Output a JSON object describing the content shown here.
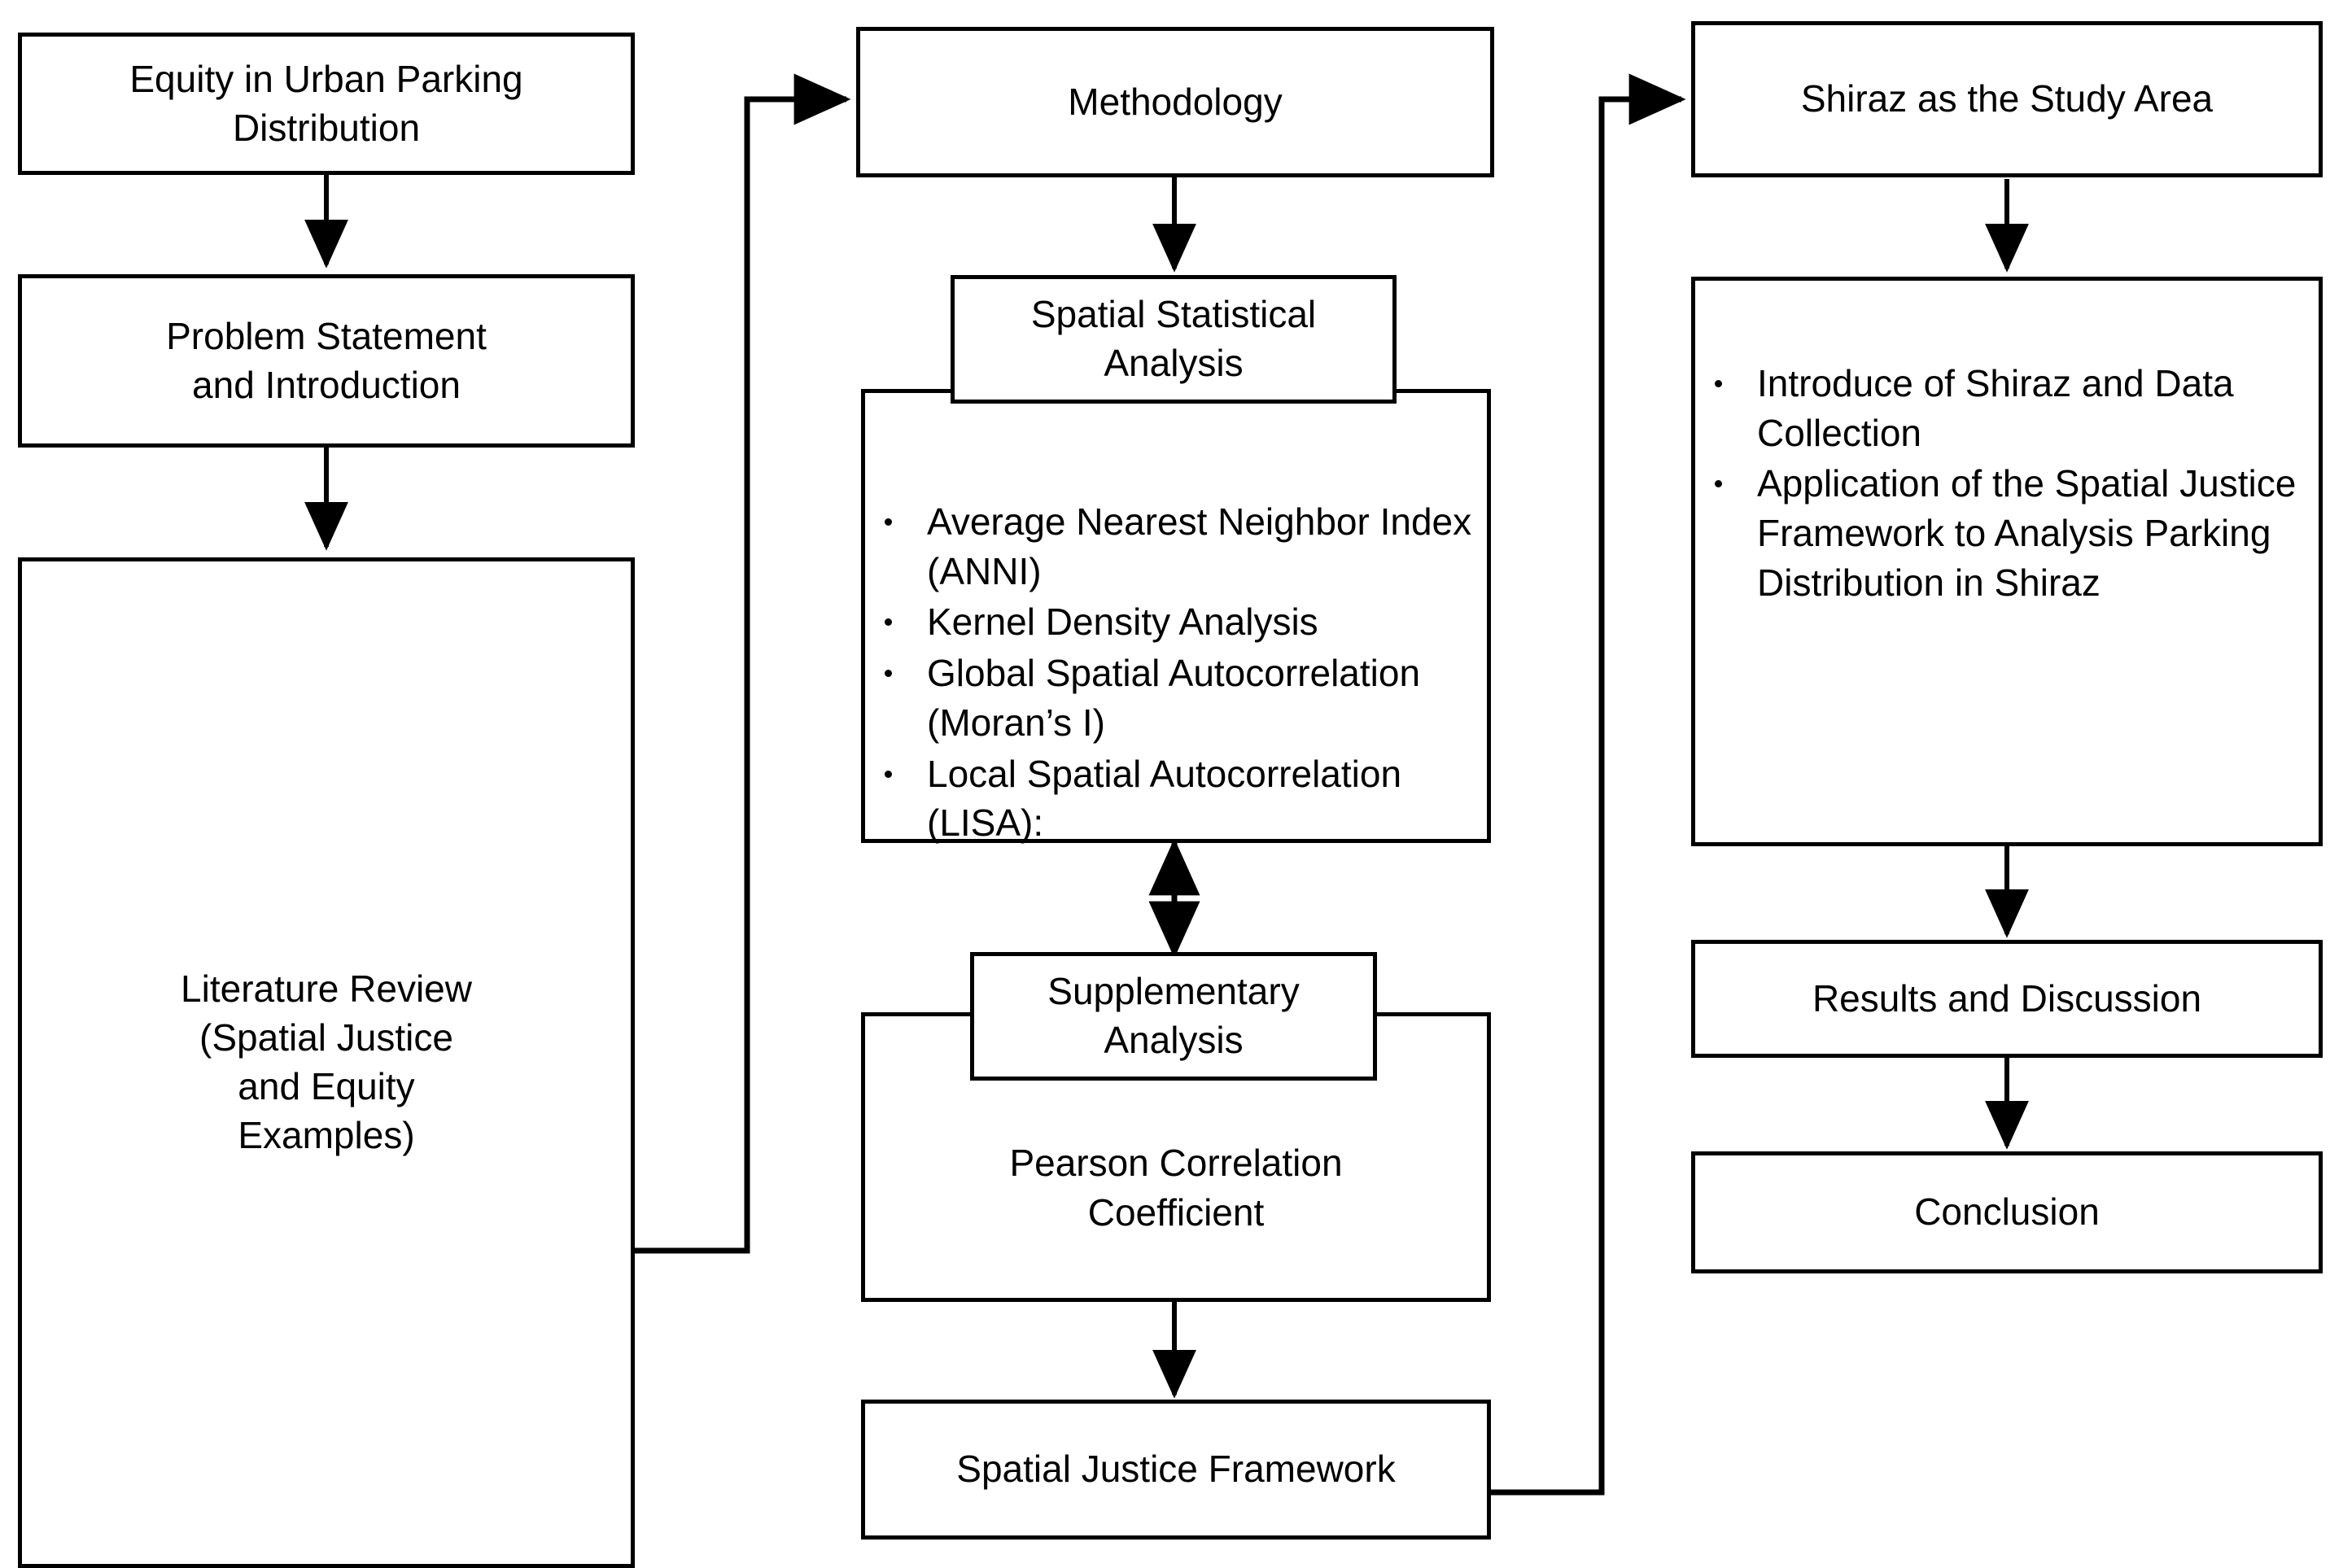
{
  "diagram": {
    "title": "Research Framework Flowchart",
    "style": {
      "stroke": "#000000",
      "fill": "#ffffff",
      "text": "#000000"
    },
    "nodes": {
      "equity": {
        "label": "Equity in Urban Parking\nDistribution"
      },
      "problem": {
        "label": "Problem Statement\nand Introduction"
      },
      "literature": {
        "label": "Literature Review\n(Spatial Justice\nand Equity\nExamples)"
      },
      "methodology": {
        "label": "Methodology"
      },
      "spatial_statistical_analysis": {
        "label": "Spatial Statistical\nAnalysis"
      },
      "spatial_methods_list": {
        "items": [
          "Average Nearest Neighbor Index (ANNI)",
          "Kernel Density Analysis",
          "Global Spatial Autocorrelation (Moran’s I)",
          "Local Spatial Autocorrelation (LISA):"
        ]
      },
      "supplementary_analysis": {
        "label": "Supplementary\nAnalysis"
      },
      "supplementary_body": {
        "label": "Pearson Correlation\nCoefficient"
      },
      "spatial_justice_framework": {
        "label": "Spatial Justice Framework"
      },
      "shiraz_study_area": {
        "label": "Shiraz as the Study Area"
      },
      "shiraz_items": {
        "items": [
          "Introduce of Shiraz and Data Collection",
          "Application of the Spatial Justice Framework to Analysis Parking Distribution in Shiraz"
        ]
      },
      "results_discussion": {
        "label": "Results and Discussion"
      },
      "conclusion": {
        "label": "Conclusion"
      }
    },
    "edges": [
      {
        "name": "equity-to-problem",
        "from": "equity",
        "to": "problem",
        "kind": "arrow-down"
      },
      {
        "name": "problem-to-literature",
        "from": "problem",
        "to": "literature",
        "kind": "arrow-down"
      },
      {
        "name": "literature-to-methodology",
        "from": "literature",
        "to": "methodology",
        "kind": "elbow-arrow-right"
      },
      {
        "name": "methodology-to-spatial-analysis",
        "from": "methodology",
        "to": "spatial_statistical_analysis",
        "kind": "arrow-down"
      },
      {
        "name": "spatial-list-to-supplementary",
        "from": "spatial_methods_list",
        "to": "supplementary_analysis",
        "kind": "double-arrow-vertical"
      },
      {
        "name": "supplementary-to-framework",
        "from": "supplementary_body",
        "to": "spatial_justice_framework",
        "kind": "arrow-down"
      },
      {
        "name": "framework-to-shiraz",
        "from": "spatial_justice_framework",
        "to": "shiraz_study_area",
        "kind": "elbow-arrow-right"
      },
      {
        "name": "shiraz-to-items",
        "from": "shiraz_study_area",
        "to": "shiraz_items",
        "kind": "arrow-down"
      },
      {
        "name": "items-to-results",
        "from": "shiraz_items",
        "to": "results_discussion",
        "kind": "arrow-down"
      },
      {
        "name": "results-to-conclusion",
        "from": "results_discussion",
        "to": "conclusion",
        "kind": "arrow-down"
      }
    ]
  }
}
